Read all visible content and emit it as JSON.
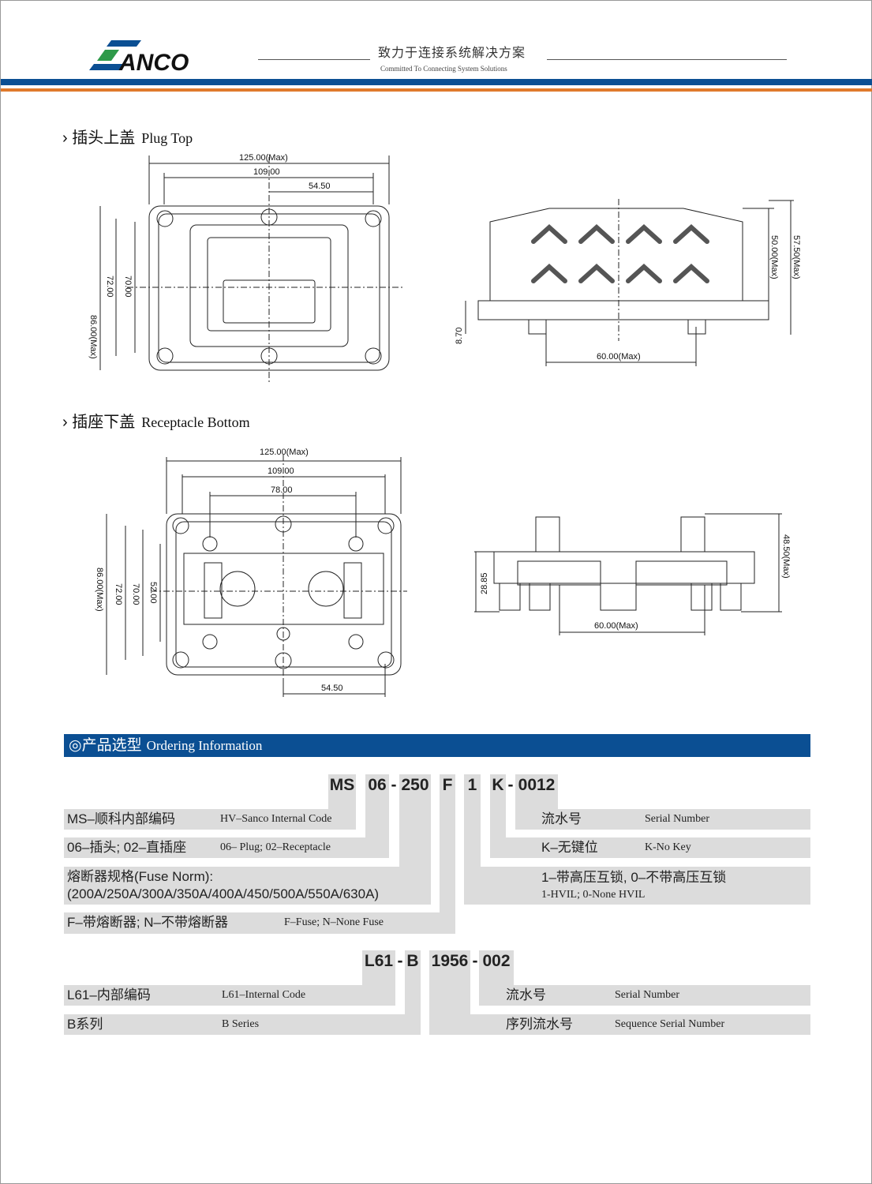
{
  "header": {
    "brand": "SANCO",
    "slogan_cn": "致力于连接系统解决方案",
    "slogan_en": "Committed To Connecting System Solutions"
  },
  "plug_top": {
    "title_cn": "插头上盖",
    "title_en": "Plug Top",
    "dims": [
      "125.00(Max)",
      "109.00",
      "54.50",
      "86.00(Max)",
      "72.00",
      "70.00",
      "57.50(Max)",
      "50.00(Max)",
      "8.70",
      "60.00(Max)"
    ]
  },
  "receptacle_bottom": {
    "title_cn": "插座下盖",
    "title_en": "Receptacle Bottom",
    "dims": [
      "125.00(Max)",
      "109.00",
      "78.00",
      "86.00(Max)",
      "72.00",
      "70.00",
      "52.00",
      "54.50",
      "48.50(Max)",
      "28.85",
      "60.00(Max)"
    ]
  },
  "ordering": {
    "title_cn": "◎产品选型",
    "title_en": "Ordering Information",
    "code1": [
      "MS",
      "06",
      "250",
      "F",
      "1",
      "K",
      "0012"
    ],
    "sep": "-",
    "left1": [
      {
        "cn": "MS–顺科内部编码",
        "en": "HV–Sanco Internal Code"
      },
      {
        "cn": "06–插头; 02–直插座",
        "en": "06– Plug; 02–Receptacle"
      },
      {
        "cn": "熔断器规格(Fuse Norm):",
        "cn2": "(200A/250A/300A/350A/400A/450/500A/550A/630A)"
      },
      {
        "cn": "F–带熔断器; N–不带熔断器",
        "en": "F–Fuse; N–None Fuse"
      }
    ],
    "right1": [
      {
        "cn": "流水号",
        "en": "Serial Number"
      },
      {
        "cn": "K–无键位",
        "en": "K-No Key"
      },
      {
        "cn": "1–带高压互锁, 0–不带高压互锁",
        "en": "1-HVIL; 0-None HVIL"
      }
    ],
    "code2": [
      "L61",
      "B",
      "1956",
      "002"
    ],
    "left2": [
      {
        "cn": "L61–内部编码",
        "en": "L61–Internal Code"
      },
      {
        "cn": "B系列",
        "en": "B Series"
      }
    ],
    "right2": [
      {
        "cn": "流水号",
        "en": "Serial Number"
      },
      {
        "cn": "序列流水号",
        "en": "Sequence Serial Number"
      }
    ]
  }
}
